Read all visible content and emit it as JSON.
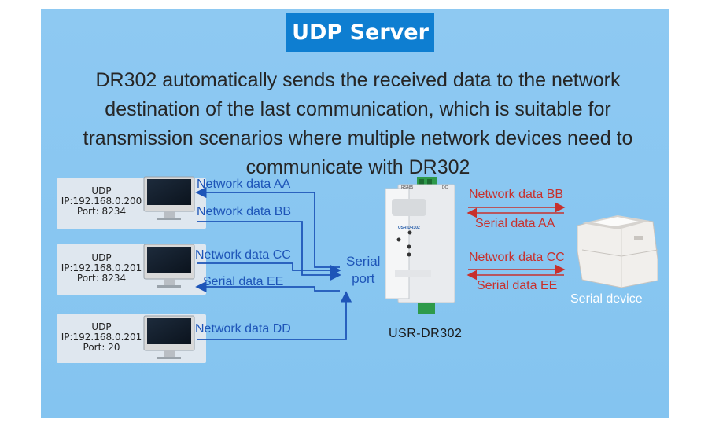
{
  "title": "UDP Server",
  "description": [
    "DR302 automatically sends the received data to the network",
    "destination of the last communication, which is suitable for",
    "transmission scenarios where multiple network devices need to",
    "communicate with DR302"
  ],
  "hosts": [
    {
      "protocol": "UDP",
      "ip": "IP:192.168.0.200",
      "port": "Port:  8234"
    },
    {
      "protocol": "UDP",
      "ip": "IP:192.168.0.201",
      "port": "Port:  8234"
    },
    {
      "protocol": "UDP",
      "ip": "IP:192.168.0.201",
      "port": "Port:  20"
    }
  ],
  "left_labels": {
    "aa": "Network data AA",
    "bb": "Network data BB",
    "cc": "Network data CC",
    "ee": "Serial data EE",
    "dd": "Network data DD"
  },
  "serial_port": [
    "Serial",
    "port"
  ],
  "device": {
    "name": "USR-DR302",
    "brand": "USR-DR302",
    "top_labels": [
      "RS485",
      "DC"
    ]
  },
  "right_labels": {
    "net_bb": "Network data BB",
    "ser_aa": "Serial data AA",
    "net_cc": "Network data CC",
    "ser_ee": "Serial data EE"
  },
  "serial_device": "Serial device",
  "colors": {
    "panel": "#8ec9f2",
    "title_bg": "#0e7ed1",
    "blue_arrow": "#1e55b8",
    "red_arrow": "#c8302c"
  }
}
